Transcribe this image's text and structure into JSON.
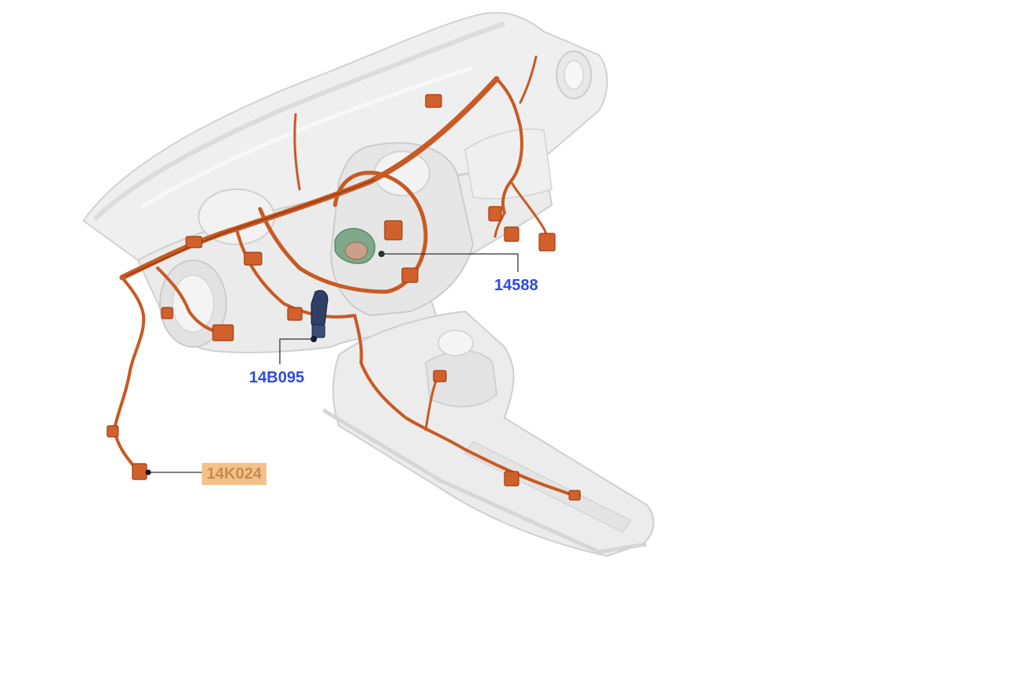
{
  "callouts": [
    {
      "id": "14588",
      "label": "14588",
      "highlighted": false
    },
    {
      "id": "14B095",
      "label": "14B095",
      "highlighted": false
    },
    {
      "id": "14K024",
      "label": "14K024",
      "highlighted": true
    }
  ],
  "colors": {
    "harness": "#c85a24",
    "harness_dark": "#9e3f12",
    "connector": "#d2602a",
    "green_part": "#7ea98a",
    "blue_part": "#2f3f66",
    "panel_fill": "#ededed",
    "panel_stroke": "#cfcfcf",
    "label_blue": "#2d4be0",
    "highlight_bg": "#f3c28c",
    "highlight_text": "#c98b4a"
  }
}
